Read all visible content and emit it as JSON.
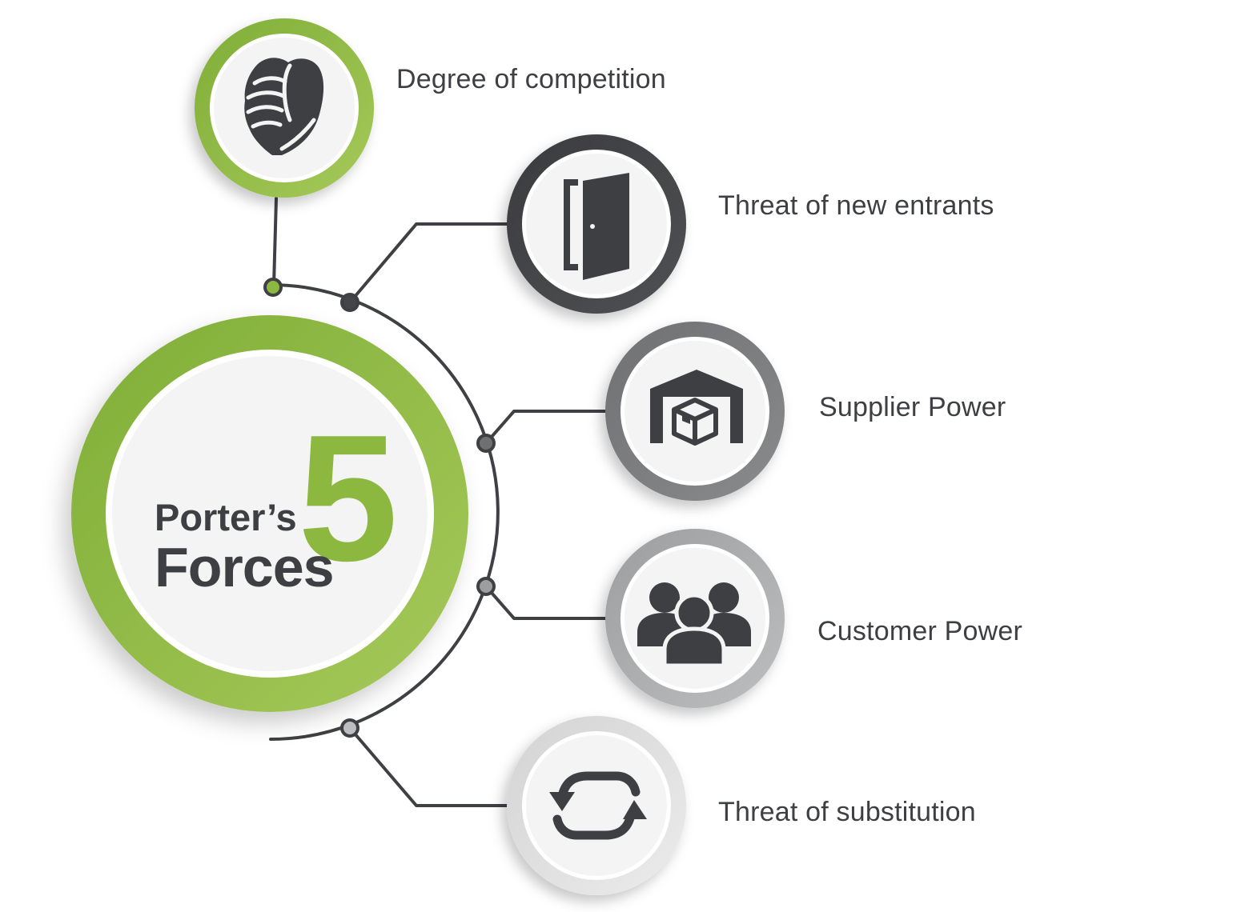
{
  "center": {
    "line1": "Porter’s",
    "line2": "Forces",
    "number": "5"
  },
  "forces": [
    {
      "label": "Degree of competition",
      "icon": "handshake-icon",
      "ring_color": "#8cb83f"
    },
    {
      "label": "Threat of new entrants",
      "icon": "door-icon",
      "ring_color": "#444548"
    },
    {
      "label": "Supplier Power",
      "icon": "warehouse-box-icon",
      "ring_color": "#7b7c7e"
    },
    {
      "label": "Customer Power",
      "icon": "people-group-icon",
      "ring_color": "#a9aaab"
    },
    {
      "label": "Threat of substitution",
      "icon": "refresh-cycle-icon",
      "ring_color": "#dcdcdc"
    }
  ],
  "colors": {
    "accent_green": "#8cb83f",
    "text_dark": "#3e3f43",
    "line": "#3f4044",
    "inner_fill": "#f4f4f4"
  }
}
